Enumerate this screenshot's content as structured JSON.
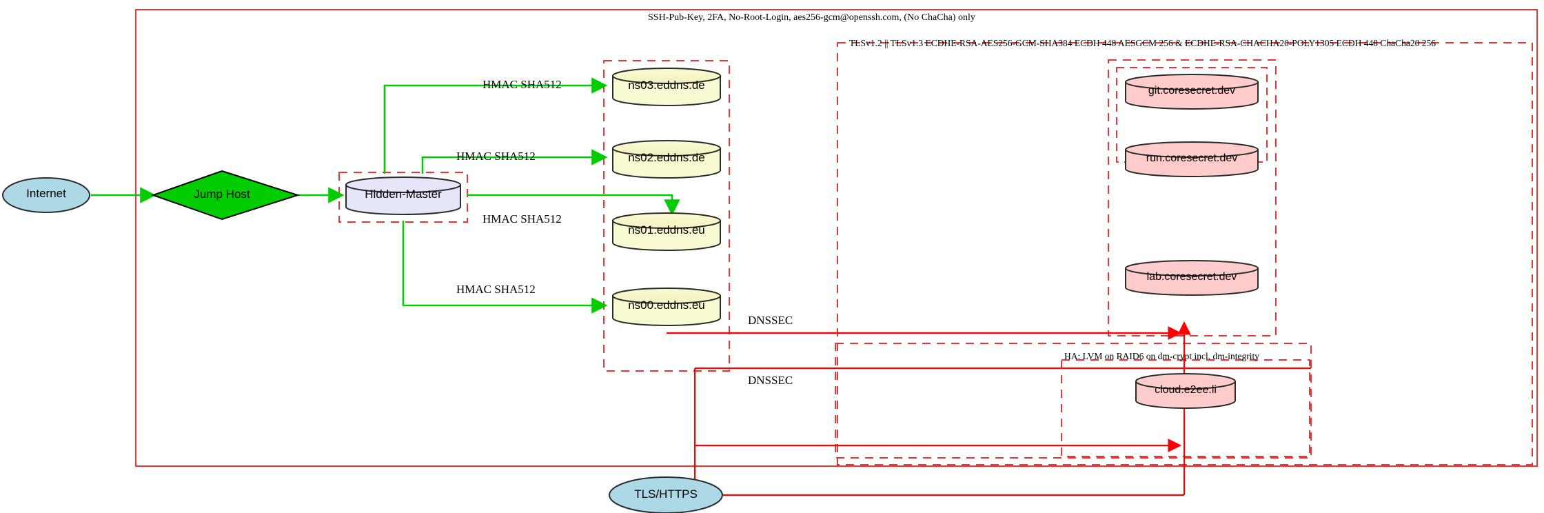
{
  "diagram": {
    "title_top": "SSH-Pub-Key, 2FA, No-Root-Login, aes256-gcm@openssh.com, (No ChaCha) only",
    "groups": {
      "tls_label": "TLSv1.2 || TLSv1.3 ECDHE-RSA-AES256-GCM-SHA384 ECDH 448 AESGCM 256 & ECDHE-RSA-CHACHA20-POLY1305 ECDH 448 ChaCha20 256",
      "ha_label": "HA: LVM on RAID6 on dm-crypt incl. dm-integrity"
    },
    "nodes": {
      "internet": "Internet",
      "jump_host": "Jump Host",
      "hidden_master": "Hidden-Master",
      "ns03": "ns03.eddns.de",
      "ns02": "ns02.eddns.de",
      "ns01": "ns01.eddns.eu",
      "ns00": "ns00.eddns.eu",
      "git": "git.coresecret.dev",
      "run": "run.coresecret.dev",
      "lab": "lab.coresecret.dev",
      "cloud": "cloud.e2ee.li",
      "tls_https": "TLS/HTTPS"
    },
    "edge_labels": {
      "hmac_ns03": "HMAC SHA512",
      "hmac_ns02": "HMAC SHA512",
      "hmac_ns01": "HMAC SHA512",
      "hmac_ns00": "HMAC SHA512",
      "dnssec_1": "DNSSEC",
      "dnssec_2": "DNSSEC"
    },
    "colors": {
      "edge_green": "#00cc00",
      "edge_red": "#ff0000",
      "boundary_red": "#ee3333",
      "node_blue_fill": "#add8e6",
      "node_green_fill": "#00cc00",
      "node_lavender_fill": "#e6e6fa",
      "node_cream_fill": "#fafad2",
      "node_pink_fill": "#ffcccc",
      "stroke_dark": "#2b2b2b"
    }
  }
}
